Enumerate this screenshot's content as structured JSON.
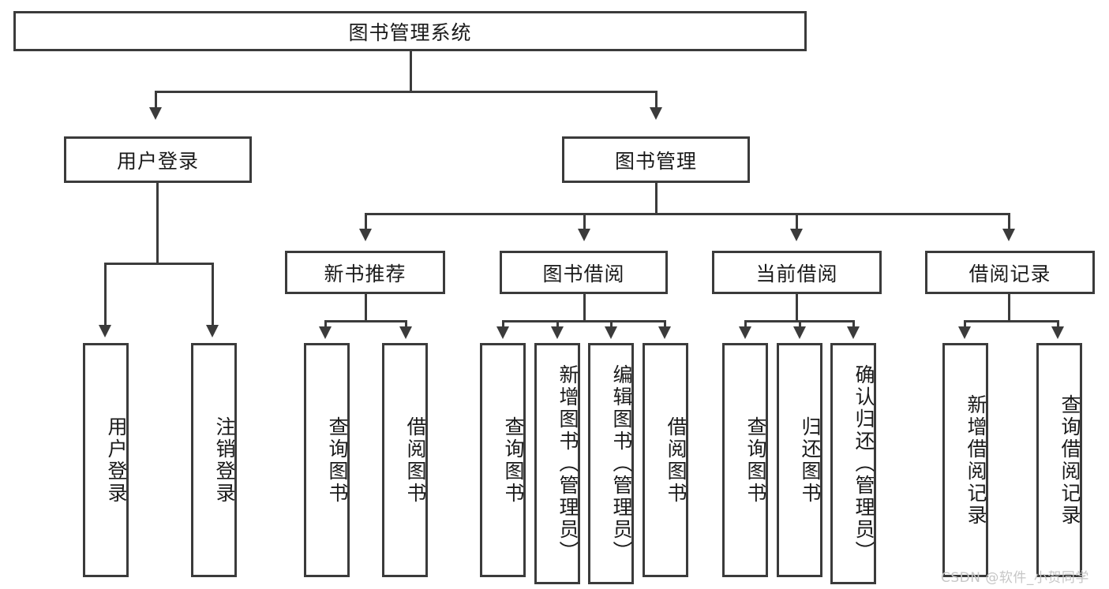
{
  "diagram": {
    "title": "图书管理系统",
    "type": "hierarchy-tree",
    "root": {
      "label": "图书管理系统"
    },
    "level2": [
      {
        "label": "用户登录"
      },
      {
        "label": "图书管理"
      }
    ],
    "level3": [
      {
        "label": "新书推荐"
      },
      {
        "label": "图书借阅"
      },
      {
        "label": "当前借阅"
      },
      {
        "label": "借阅记录"
      }
    ],
    "leaves": {
      "user_login": [
        {
          "label": "用户登录"
        },
        {
          "label": "注销登录"
        }
      ],
      "new_book_recommend": [
        {
          "label": "查询图书"
        },
        {
          "label": "借阅图书"
        }
      ],
      "book_borrow": [
        {
          "label": "查询图书"
        },
        {
          "label": "新增图书（管理员）"
        },
        {
          "label": "编辑图书（管理员）"
        },
        {
          "label": "借阅图书"
        }
      ],
      "current_borrow": [
        {
          "label": "查询图书"
        },
        {
          "label": "归还图书"
        },
        {
          "label": "确认归还（管理员）"
        }
      ],
      "borrow_record": [
        {
          "label": "新增借阅记录"
        },
        {
          "label": "查询借阅记录"
        }
      ]
    }
  },
  "watermark": {
    "text": "CSDN @软件_小贺同学"
  },
  "colors": {
    "stroke": "#3b3b3b",
    "background": "#ffffff",
    "text": "#1a1a1a",
    "watermark": "#c6c6c6"
  }
}
